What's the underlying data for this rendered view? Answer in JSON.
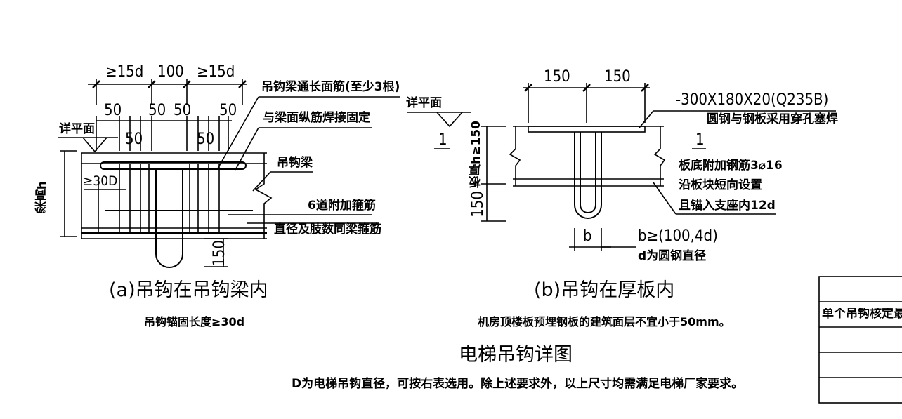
{
  "figure_title": "电梯吊钩详图",
  "footer_note": "D为电梯吊钩直径，可按右表选用。除上述要求外，以上尺寸均需满足电梯厂家要求。",
  "detail_a": {
    "caption": "(a)吊钩在吊钩梁内",
    "subcaption": "吊钩锚固长度≥30d",
    "dims": {
      "top_left": "≥15d",
      "top_mid": "100",
      "top_right": "≥15d",
      "d50_1": "50",
      "d50_2": "50",
      "d50_3": "50",
      "d50_4": "50",
      "d50_5": "50",
      "d50_6": "50",
      "anchor": "≥30D",
      "depth": "梁高h",
      "hook": "150"
    },
    "notes": {
      "plan_ref": "详平面",
      "top_bar": "吊钩梁通长面筋(至少3根)",
      "weld": "与梁面纵筋焊接固定",
      "beam": "吊钩梁",
      "stirrups": "6道附加箍筋",
      "stirrups2": "直径及肢数同梁箍筋"
    }
  },
  "detail_b": {
    "caption": "(b)吊钩在厚板内",
    "subcaption": "机房顶楼板预埋钢板的建筑面层不宜小于50mm。",
    "dims": {
      "left": "150",
      "right": "150",
      "thick": "板厚h≥150",
      "hook": "150",
      "b": "b"
    },
    "notes": {
      "plan_ref": "详平面",
      "section_mark": "1",
      "plate": "-300X180X20(Q235B)",
      "plate2": "圆钢与钢板采用穿孔塞焊",
      "rebar": "板底附加钢筋3⌀16",
      "rebar2": "沿板块短向设置",
      "rebar3": "且锚入支座内12d",
      "b_rule": "b≥(100,4d)",
      "d_def": "d为圆钢直径"
    }
  },
  "section_mark_a": "1",
  "table": {
    "header": "单个吊钩核定最"
  }
}
